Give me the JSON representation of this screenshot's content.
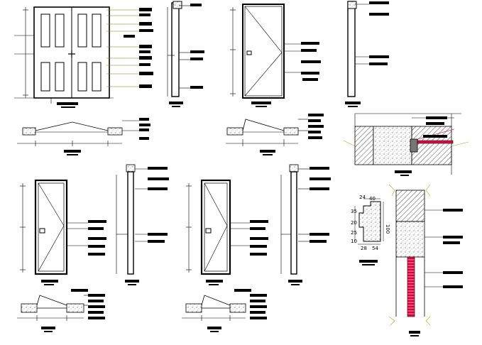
{
  "detail_dims": {
    "top_left": "24",
    "top_right": "40",
    "side_a": "35",
    "side_b": "20",
    "side_c": "25",
    "side_d": "10",
    "bottom_left": "28",
    "bottom_right": "54",
    "height": "100"
  },
  "colors": {
    "line": "#000000",
    "leader": "#808000",
    "accent_red": "#e0003c",
    "concrete": "#9a9a9a"
  }
}
